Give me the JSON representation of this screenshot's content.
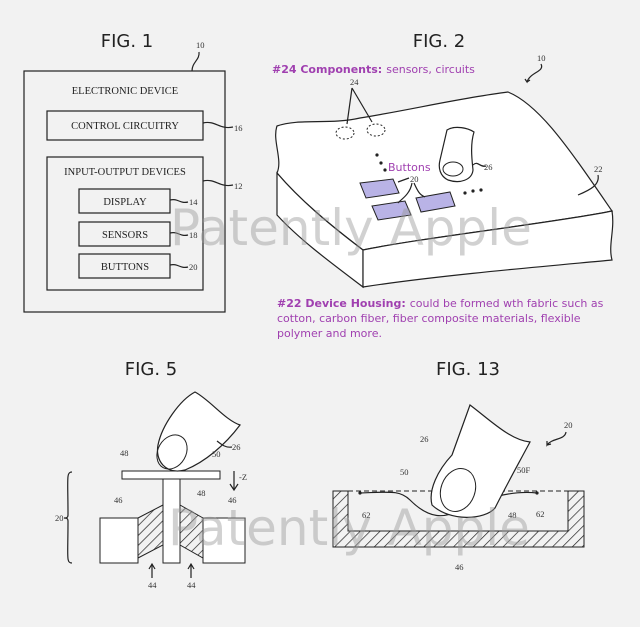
{
  "watermark": "Patently Apple",
  "fig1": {
    "title": "FIG. 1",
    "device_label": "ELECTRONIC DEVICE",
    "control_label": "CONTROL CIRCUITRY",
    "io_label": "INPUT-OUTPUT DEVICES",
    "display_label": "DISPLAY",
    "sensors_label": "SENSORS",
    "buttons_label": "BUTTONS",
    "refs": {
      "device": "10",
      "control": "16",
      "io": "12",
      "display": "14",
      "sensors": "18",
      "buttons": "20"
    }
  },
  "fig2": {
    "title": "FIG. 2",
    "components_heading": "#24 Components:",
    "components_text": "sensors, circuits",
    "buttons_annotation": "Buttons",
    "housing_heading": "#22 Device Housing:",
    "housing_text_1": "could be formed wth fabric such as",
    "housing_text_2": "cotton, carbon fiber, fiber composite materials, flexible",
    "housing_text_3": "polymer and more.",
    "refs": {
      "device": "10",
      "components": "24",
      "buttons": "20",
      "finger": "26",
      "housing": "22"
    },
    "button_color": "#b9b3e6"
  },
  "fig5": {
    "title": "FIG. 5",
    "direction": "-Z",
    "refs": {
      "button": "20",
      "finger": "26",
      "plate": "48",
      "surface": "50",
      "stem": "48",
      "base_left": "46",
      "base_right": "46",
      "spring_left": "44",
      "spring_right": "44"
    }
  },
  "fig13": {
    "title": "FIG. 13",
    "refs": {
      "button": "20",
      "finger": "26",
      "surface": "50",
      "flat_surface": "50F",
      "membrane": "48",
      "support_left": "62",
      "support_right": "62",
      "housing": "46"
    }
  }
}
